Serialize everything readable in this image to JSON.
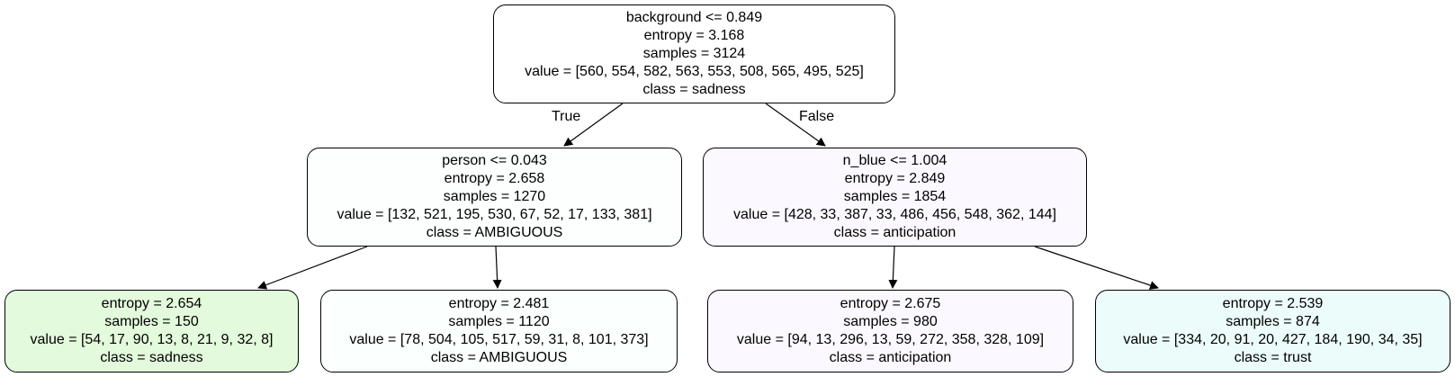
{
  "tree": {
    "nodes": [
      {
        "id": "n0",
        "lines": [
          "background <= 0.849",
          "entropy = 3.168",
          "samples = 3124",
          "value = [560, 554, 582, 563, 553, 508, 565, 495, 525]",
          "class = sadness"
        ],
        "fill": "#ffffff"
      },
      {
        "id": "n1",
        "lines": [
          "person <= 0.043",
          "entropy = 2.658",
          "samples = 1270",
          "value = [132, 521, 195, 530, 67, 52, 17, 133, 381]",
          "class = AMBIGUOUS"
        ],
        "fill": "#fcfffe"
      },
      {
        "id": "n2",
        "lines": [
          "n_blue <= 1.004",
          "entropy = 2.849",
          "samples = 1854",
          "value = [428, 33, 387, 33, 486, 456, 548, 362, 144]",
          "class = anticipation"
        ],
        "fill": "#fbf9ff"
      },
      {
        "id": "n3",
        "lines": [
          "entropy = 2.654",
          "samples = 150",
          "value = [54, 17, 90, 13, 8, 21, 9, 32, 8]",
          "class = sadness"
        ],
        "fill": "#e3fadc"
      },
      {
        "id": "n4",
        "lines": [
          "entropy = 2.481",
          "samples = 1120",
          "value = [78, 504, 105, 517, 59, 31, 8, 101, 373]",
          "class = AMBIGUOUS"
        ],
        "fill": "#fbfffe"
      },
      {
        "id": "n5",
        "lines": [
          "entropy = 2.675",
          "samples = 980",
          "value = [94, 13, 296, 13, 59, 272, 358, 328, 109]",
          "class = anticipation"
        ],
        "fill": "#fbf9ff"
      },
      {
        "id": "n6",
        "lines": [
          "entropy = 2.539",
          "samples = 874",
          "value = [334, 20, 91, 20, 427, 184, 190, 34, 35]",
          "class = trust"
        ],
        "fill": "#ecfcfb"
      }
    ],
    "edges": [
      {
        "from": "n0",
        "to": "n1"
      },
      {
        "from": "n0",
        "to": "n2"
      },
      {
        "from": "n1",
        "to": "n3"
      },
      {
        "from": "n1",
        "to": "n4"
      },
      {
        "from": "n2",
        "to": "n5"
      },
      {
        "from": "n2",
        "to": "n6"
      }
    ],
    "edge_labels": {
      "true": "True",
      "false": "False"
    },
    "line_color": "#000000"
  }
}
